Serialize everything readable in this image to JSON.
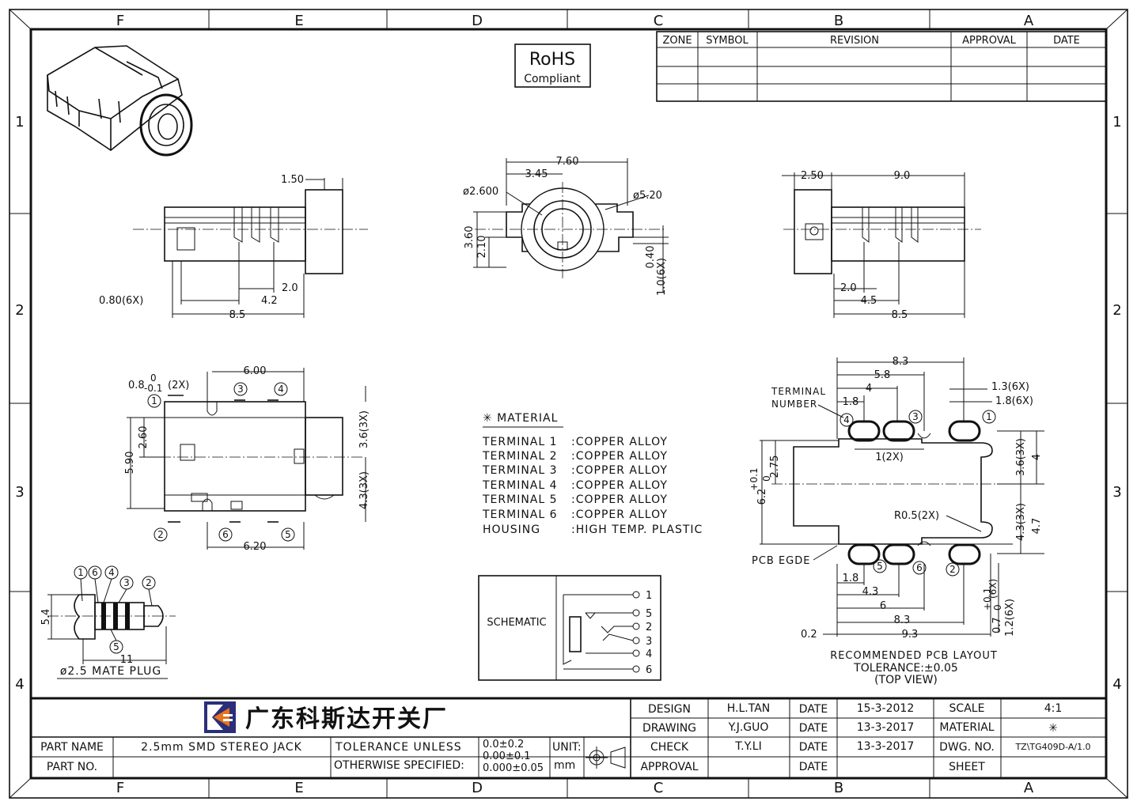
{
  "zones": {
    "letters": [
      "F",
      "E",
      "D",
      "C",
      "B",
      "A"
    ],
    "numbers": [
      "1",
      "2",
      "3",
      "4"
    ]
  },
  "rohs": {
    "line1": "RoHS",
    "line2": "Compliant"
  },
  "revision_table": {
    "headers": [
      "ZONE",
      "SYMBOL",
      "REVISION",
      "APPROVAL",
      "DATE"
    ]
  },
  "front_view": {
    "dims": [
      "1.50",
      "0.80(6X)",
      "2.0",
      "4.2",
      "8.5"
    ]
  },
  "end_view": {
    "dims": [
      "7.60",
      "3.45",
      "ø2.600",
      "ø5.20",
      "3.60",
      "2.10",
      "0.40",
      "1.0(6X)"
    ]
  },
  "side_view": {
    "dims": [
      "2.50",
      "9.0",
      "2.0",
      "4.5",
      "8.5"
    ]
  },
  "top_view": {
    "dims": [
      "6.00",
      "0.8",
      "0",
      "-0.1",
      "(2X)",
      "2.60",
      "5.90",
      "3.6(3X)",
      "4.3(3X)",
      "6.20"
    ],
    "terminals": [
      "1",
      "3",
      "4",
      "2",
      "6",
      "5"
    ]
  },
  "plug": {
    "labels": [
      "1",
      "6",
      "4",
      "3",
      "2",
      "5"
    ],
    "dims": [
      "5.4",
      "11"
    ],
    "caption": "ø2.5 MATE PLUG"
  },
  "material": {
    "title": "✳ MATERIAL",
    "rows": [
      {
        "name": "TERMINAL 1",
        "value": ":COPPER ALLOY"
      },
      {
        "name": "TERMINAL 2",
        "value": ":COPPER ALLOY"
      },
      {
        "name": "TERMINAL 3",
        "value": ":COPPER ALLOY"
      },
      {
        "name": "TERMINAL 4",
        "value": ":COPPER ALLOY"
      },
      {
        "name": "TERMINAL 5",
        "value": ":COPPER ALLOY"
      },
      {
        "name": "TERMINAL 6",
        "value": ":COPPER ALLOY"
      },
      {
        "name": "HOUSING",
        "value": ":HIGH TEMP. PLASTIC"
      }
    ]
  },
  "schematic": {
    "label": "SCHEMATIC",
    "pins": [
      "1",
      "5",
      "2",
      "3",
      "4",
      "6"
    ]
  },
  "pcb_layout": {
    "dims": [
      "8.3",
      "5.8",
      "4",
      "1.8",
      "1.3(6X)",
      "1.8(6X)",
      "1(2X)",
      "2.75",
      "6.2",
      "+0.1",
      "0",
      "3.6(3X)",
      "4",
      "R0.5(2X)",
      "4.3(3X)",
      "4.7",
      "1.8",
      "4.3",
      "6",
      "8.3",
      "9.3",
      "0.2",
      "0.7",
      "+0.1",
      "0",
      "(6X)",
      "1.2(6X)"
    ],
    "terminal_label": [
      "TERMINAL",
      "NUMBER"
    ],
    "terminals_top": [
      "4",
      "3",
      "1"
    ],
    "terminals_bottom": [
      "5",
      "6",
      "2"
    ],
    "pcb_edge": "PCB EGDE",
    "caption": [
      "RECOMMENDED PCB LAYOUT",
      "TOLERANCE:±0.05",
      "(TOP VIEW)"
    ]
  },
  "title_block": {
    "company": "广东科斯达开关厂",
    "part_name_label": "PART NAME",
    "part_name": "2.5mm SMD STEREO JACK",
    "part_no_label": "PART NO.",
    "part_no": "",
    "tolerance_label_1": "TOLERANCE UNLESS",
    "tolerance_label_2": "OTHERWISE SPECIFIED:",
    "tolerances": [
      "0.0±0.2",
      "0.00±0.1",
      "0.000±0.05"
    ],
    "unit_label": "UNIT:",
    "unit": "mm",
    "rows": [
      {
        "role": "DESIGN",
        "name": "H.L.TAN",
        "date_label": "DATE",
        "date": "15-3-2012",
        "key": "SCALE",
        "value": "4:1"
      },
      {
        "role": "DRAWING",
        "name": "Y.J.GUO",
        "date_label": "DATE",
        "date": "13-3-2017",
        "key": "MATERIAL",
        "value": "✳"
      },
      {
        "role": "CHECK",
        "name": "T.Y.LI",
        "date_label": "DATE",
        "date": "13-3-2017",
        "key": "DWG. NO.",
        "value": "TZ\\TG409D-A/1.0"
      },
      {
        "role": "APPROVAL",
        "name": "",
        "date_label": "DATE",
        "date": "",
        "key": "SHEET",
        "value": ""
      }
    ]
  }
}
